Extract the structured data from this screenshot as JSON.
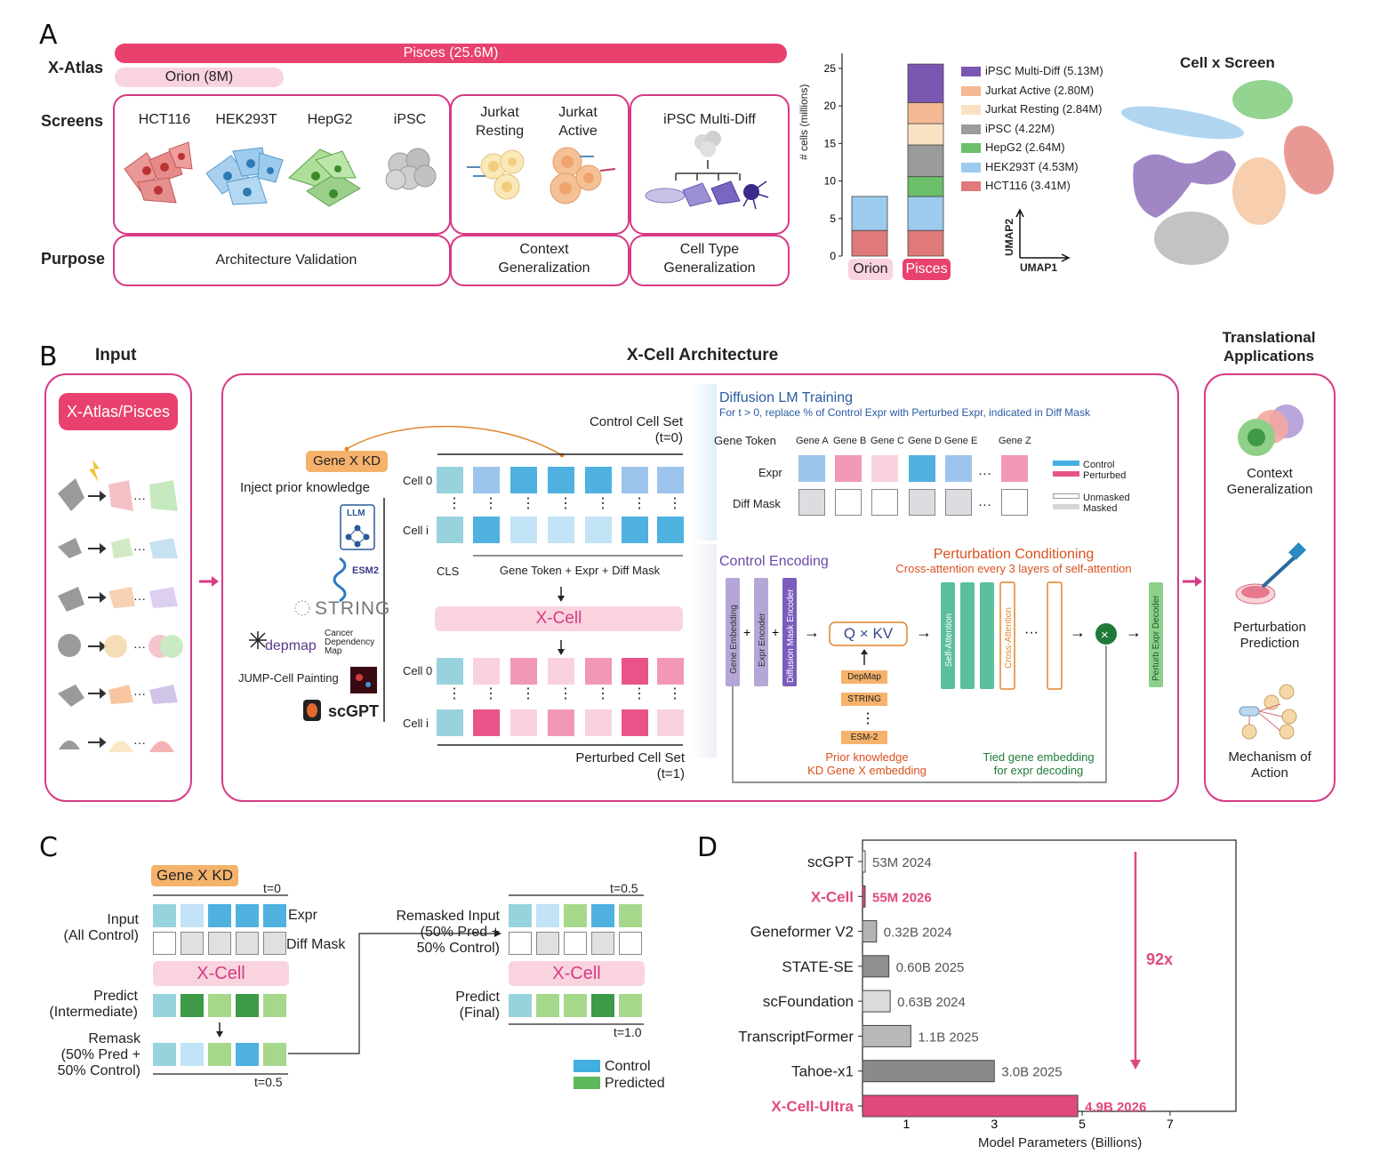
{
  "panelA": {
    "letter": "A",
    "xatlas_label": "X-Atlas",
    "pisces_bar": "Pisces (25.6M)",
    "orion_bar": "Orion (8M)",
    "screens_label": "Screens",
    "purpose_label": "Purpose",
    "cell_lines": [
      "HCT116",
      "HEK293T",
      "HepG2",
      "iPSC"
    ],
    "jurkat_resting": "Jurkat\nResting",
    "jurkat_active": "Jurkat\nActive",
    "ipsc_multi": "iPSC Multi-Diff",
    "purpose_arch": "Architecture Validation",
    "purpose_context": "Context\nGeneralization",
    "purpose_celltype": "Cell Type\nGeneralization"
  },
  "chart_data": {
    "type": "bar",
    "stacked": true,
    "categories": [
      "Orion",
      "Pisces"
    ],
    "ylabel": "# cells (millions)",
    "ylim": [
      0,
      27
    ],
    "yticks": [
      0,
      5,
      10,
      15,
      20,
      25
    ],
    "series": [
      {
        "name": "HCT116 (3.41M)",
        "values": [
          3.41,
          3.41
        ],
        "color": "#e07a7a"
      },
      {
        "name": "HEK293T (4.53M)",
        "values": [
          4.53,
          4.53
        ],
        "color": "#9ccbee"
      },
      {
        "name": "HepG2 (2.64M)",
        "values": [
          0,
          2.64
        ],
        "color": "#6cc06a"
      },
      {
        "name": "iPSC (4.22M)",
        "values": [
          0,
          4.22
        ],
        "color": "#9b9b9b"
      },
      {
        "name": "Jurkat Resting (2.84M)",
        "values": [
          0,
          2.84
        ],
        "color": "#fbe1c4"
      },
      {
        "name": "Jurkat Active (2.80M)",
        "values": [
          0,
          2.8
        ],
        "color": "#f3b993"
      },
      {
        "name": "iPSC Multi-Diff (5.13M)",
        "values": [
          0,
          5.13
        ],
        "color": "#7a58b2"
      }
    ],
    "legend_order": [
      "iPSC Multi-Diff (5.13M)",
      "Jurkat Active (2.80M)",
      "Jurkat Resting (2.84M)",
      "iPSC (4.22M)",
      "HepG2 (2.64M)",
      "HEK293T (4.53M)",
      "HCT116 (3.41M)"
    ],
    "legend": "right"
  },
  "umap": {
    "title": "Cell x Screen",
    "x": "UMAP1",
    "y": "UMAP2"
  },
  "panelB": {
    "letter": "B",
    "input_title": "Input",
    "arch_title": "X-Cell Architecture",
    "trans_title": "Translational\nApplications",
    "xatlas_btn": "X-Atlas/Pisces",
    "genexkd": "Gene X KD",
    "inject": "Inject prior knowledge",
    "priors": [
      "LLM",
      "ESM2",
      "STRING",
      "depmap",
      "Cancer\nDependency\nMap",
      "JUMP-Cell Painting",
      "scGPT"
    ],
    "control_set": "Control Cell Set\n(t=0)",
    "perturbed_set": "Perturbed Cell Set\n(t=1)",
    "cell0": "Cell 0",
    "celli": "Cell i",
    "cls": "CLS",
    "token_sum": "Gene Token + Expr + Diff Mask",
    "xcell": "X-Cell",
    "diff_title": "Diffusion LM Training",
    "diff_sub": "For t > 0, replace % of Control Expr with Perturbed Expr, indicated in Diff Mask",
    "gene_token": "Gene Token",
    "genes": [
      "Gene A",
      "Gene B",
      "Gene C",
      "Gene D",
      "Gene E",
      "Gene Z"
    ],
    "expr": "Expr",
    "diff_mask": "Diff Mask",
    "legend_control": "Control",
    "legend_perturbed": "Perturbed",
    "legend_unmasked": "Unmasked",
    "legend_masked": "Masked",
    "control_enc": "Control Encoding",
    "pert_cond": "Perturbation Conditioning",
    "pert_sub": "Cross-attention every 3 layers of self-attention",
    "gene_emb": "Gene Embedding",
    "expr_enc": "Expr Encoder",
    "diffmask_enc": "Diffusion Mask Encoder",
    "qkv": "Q × KV",
    "depmap_tag": "DepMap",
    "string_tag": "STRING",
    "esm_tag": "ESM-2",
    "self_att": "Self-Attention",
    "cross_att": "Cross-Attention",
    "decoder": "Perturb Expr Decoder",
    "prior_note": "Prior knowledge\nKD Gene X embedding",
    "tied_note": "Tied gene embedding\nfor expr decoding",
    "apps": [
      "Context\nGeneralization",
      "Perturbation\nPrediction",
      "Mechanism of\nAction"
    ]
  },
  "panelC": {
    "letter": "C",
    "genexkd": "Gene X KD",
    "t0": "t=0",
    "t05a": "t=0.5",
    "t05b": "t=0.5",
    "t10": "t=1.0",
    "input": "Input\n(All Control)",
    "expr": "Expr",
    "diff_mask": "Diff Mask",
    "xcell": "X-Cell",
    "predict_int": "Predict\n(Intermediate)",
    "remask": "Remask\n(50% Pred +\n50% Control)",
    "remasked_input": "Remasked Input\n(50% Pred +\n50% Control)",
    "predict_final": "Predict\n(Final)",
    "legend_control": "Control",
    "legend_predicted": "Predicted"
  },
  "panelD": {
    "letter": "D",
    "chart": {
      "type": "bar",
      "orientation": "horizontal",
      "xlabel": "Model Parameters (Billions)",
      "xlim": [
        0,
        8.5
      ],
      "xticks": [
        1,
        3,
        5,
        7
      ],
      "models": [
        {
          "name": "scGPT",
          "value": 0.053,
          "label": "53M 2024",
          "color": "#ffffff",
          "highlight": false
        },
        {
          "name": "X-Cell",
          "value": 0.055,
          "label": "55M 2026",
          "color": "#e04a7a",
          "highlight": true
        },
        {
          "name": "Geneformer V2",
          "value": 0.32,
          "label": "0.32B 2024",
          "color": "#b3b3b3",
          "highlight": false
        },
        {
          "name": "STATE-SE",
          "value": 0.6,
          "label": "0.60B 2025",
          "color": "#8f8f8f",
          "highlight": false
        },
        {
          "name": "scFoundation",
          "value": 0.63,
          "label": "0.63B 2024",
          "color": "#dcdcdc",
          "highlight": false
        },
        {
          "name": "TranscriptFormer",
          "value": 1.1,
          "label": "1.1B 2025",
          "color": "#b8b8b8",
          "highlight": false
        },
        {
          "name": "Tahoe-x1",
          "value": 3.0,
          "label": "3.0B 2025",
          "color": "#8a8a8a",
          "highlight": false
        },
        {
          "name": "X-Cell-Ultra",
          "value": 4.9,
          "label": "4.9B 2026",
          "color": "#e04a7a",
          "highlight": true
        }
      ],
      "ratio_label": "92x"
    }
  }
}
